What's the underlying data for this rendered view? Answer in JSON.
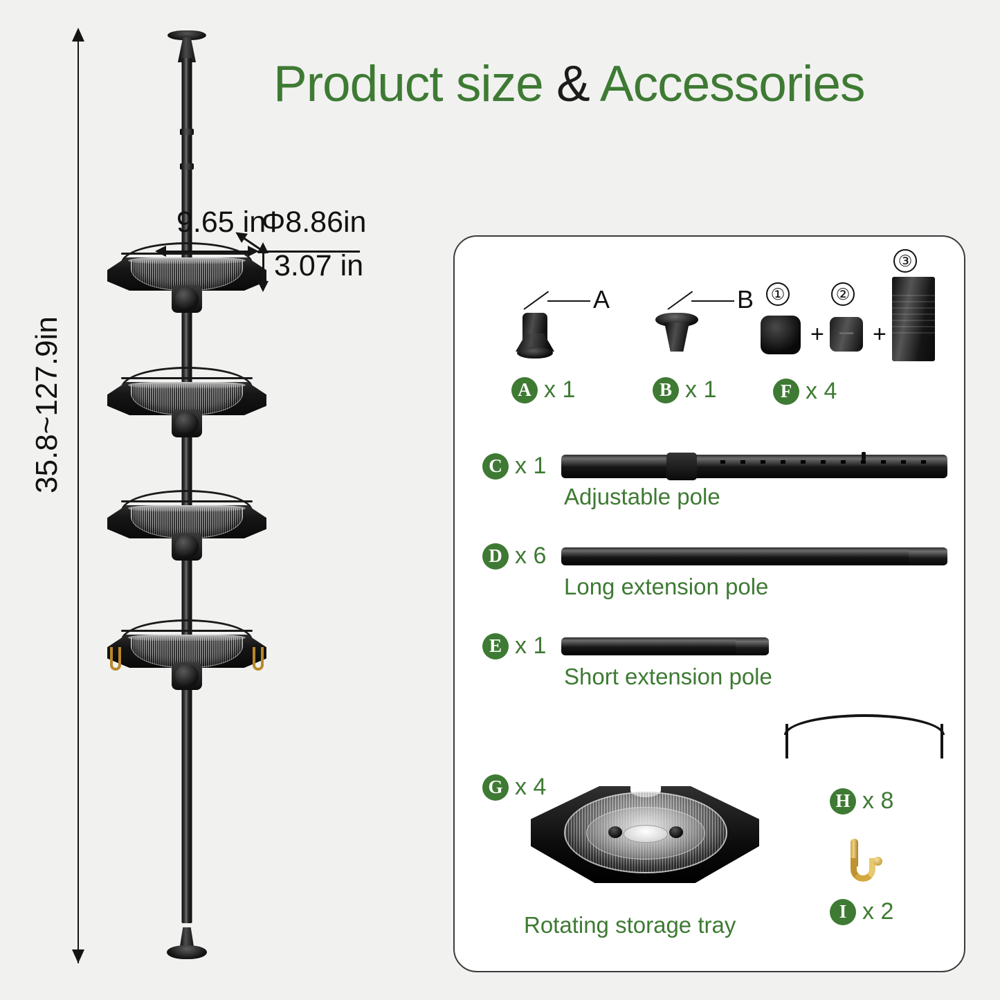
{
  "title": {
    "main": "Product size ",
    "amp": "&",
    "tail": " Accessories"
  },
  "dimensions": {
    "height_range": "35.8~127.9in",
    "tray_width": "9.65 in",
    "tray_diameter": "Φ8.86in",
    "tray_height": "3.07 in"
  },
  "accessories": {
    "a": {
      "letter": "A",
      "qty": "x 1",
      "callout": "A"
    },
    "b": {
      "letter": "B",
      "qty": "x 1",
      "callout": "B"
    },
    "f": {
      "letter": "F",
      "qty": "x 4",
      "n1": "①",
      "n2": "②",
      "n3": "③",
      "plus": "+"
    },
    "c": {
      "letter": "C",
      "qty": "x 1",
      "caption": "Adjustable pole"
    },
    "d": {
      "letter": "D",
      "qty": "x 6",
      "caption": "Long extension pole"
    },
    "e": {
      "letter": "E",
      "qty": "x 1",
      "caption": "Short extension pole"
    },
    "g": {
      "letter": "G",
      "qty": "x 4",
      "caption": "Rotating storage tray"
    },
    "h": {
      "letter": "H",
      "qty": "x 8"
    },
    "i": {
      "letter": "I",
      "qty": "x 2"
    }
  },
  "colors": {
    "brand_green": "#3e7a33",
    "ink": "#111111",
    "page_bg": "#f1f1f0",
    "panel_bg": "#ffffff",
    "gold": "#d4a83f"
  }
}
